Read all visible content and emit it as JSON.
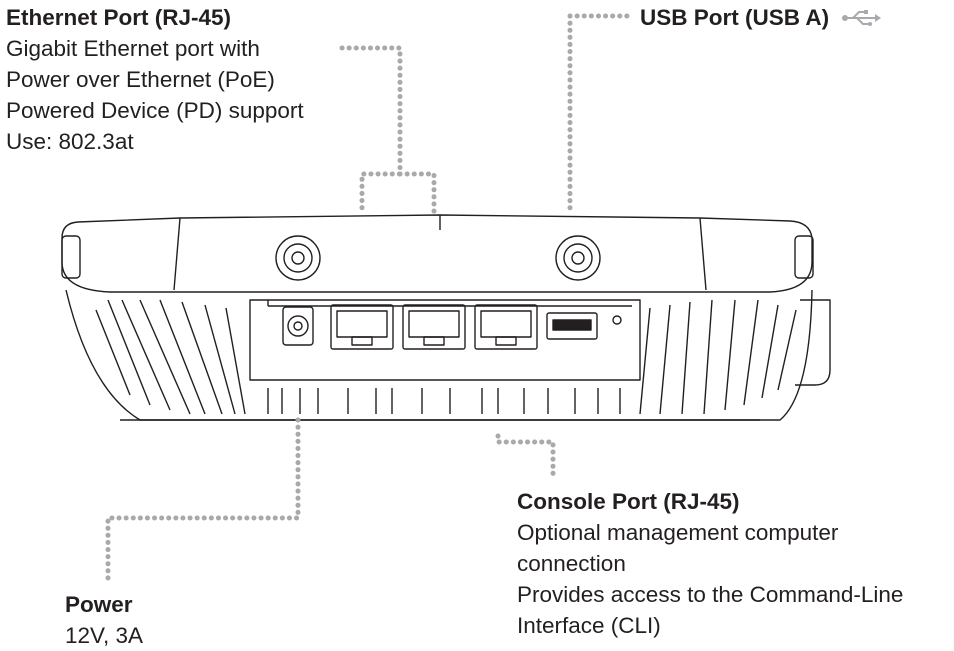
{
  "callouts": {
    "ethernet": {
      "title": "Ethernet Port (RJ-45)",
      "lines": [
        "Gigabit Ethernet port with",
        "Power over Ethernet (PoE)",
        "Powered Device (PD) support",
        "Use: 802.3at"
      ]
    },
    "usb": {
      "title": "USB Port (USB A)",
      "icon": "usb-icon"
    },
    "console": {
      "title": "Console Port (RJ-45)",
      "lines": [
        "Optional management computer",
        "connection",
        "Provides access to the Command-Line",
        "Interface (CLI)"
      ]
    },
    "power": {
      "title": "Power",
      "lines": [
        "12V, 3A"
      ]
    }
  },
  "colors": {
    "text": "#231f20",
    "leader": "#a7a9ac",
    "outline": "#231f20"
  }
}
